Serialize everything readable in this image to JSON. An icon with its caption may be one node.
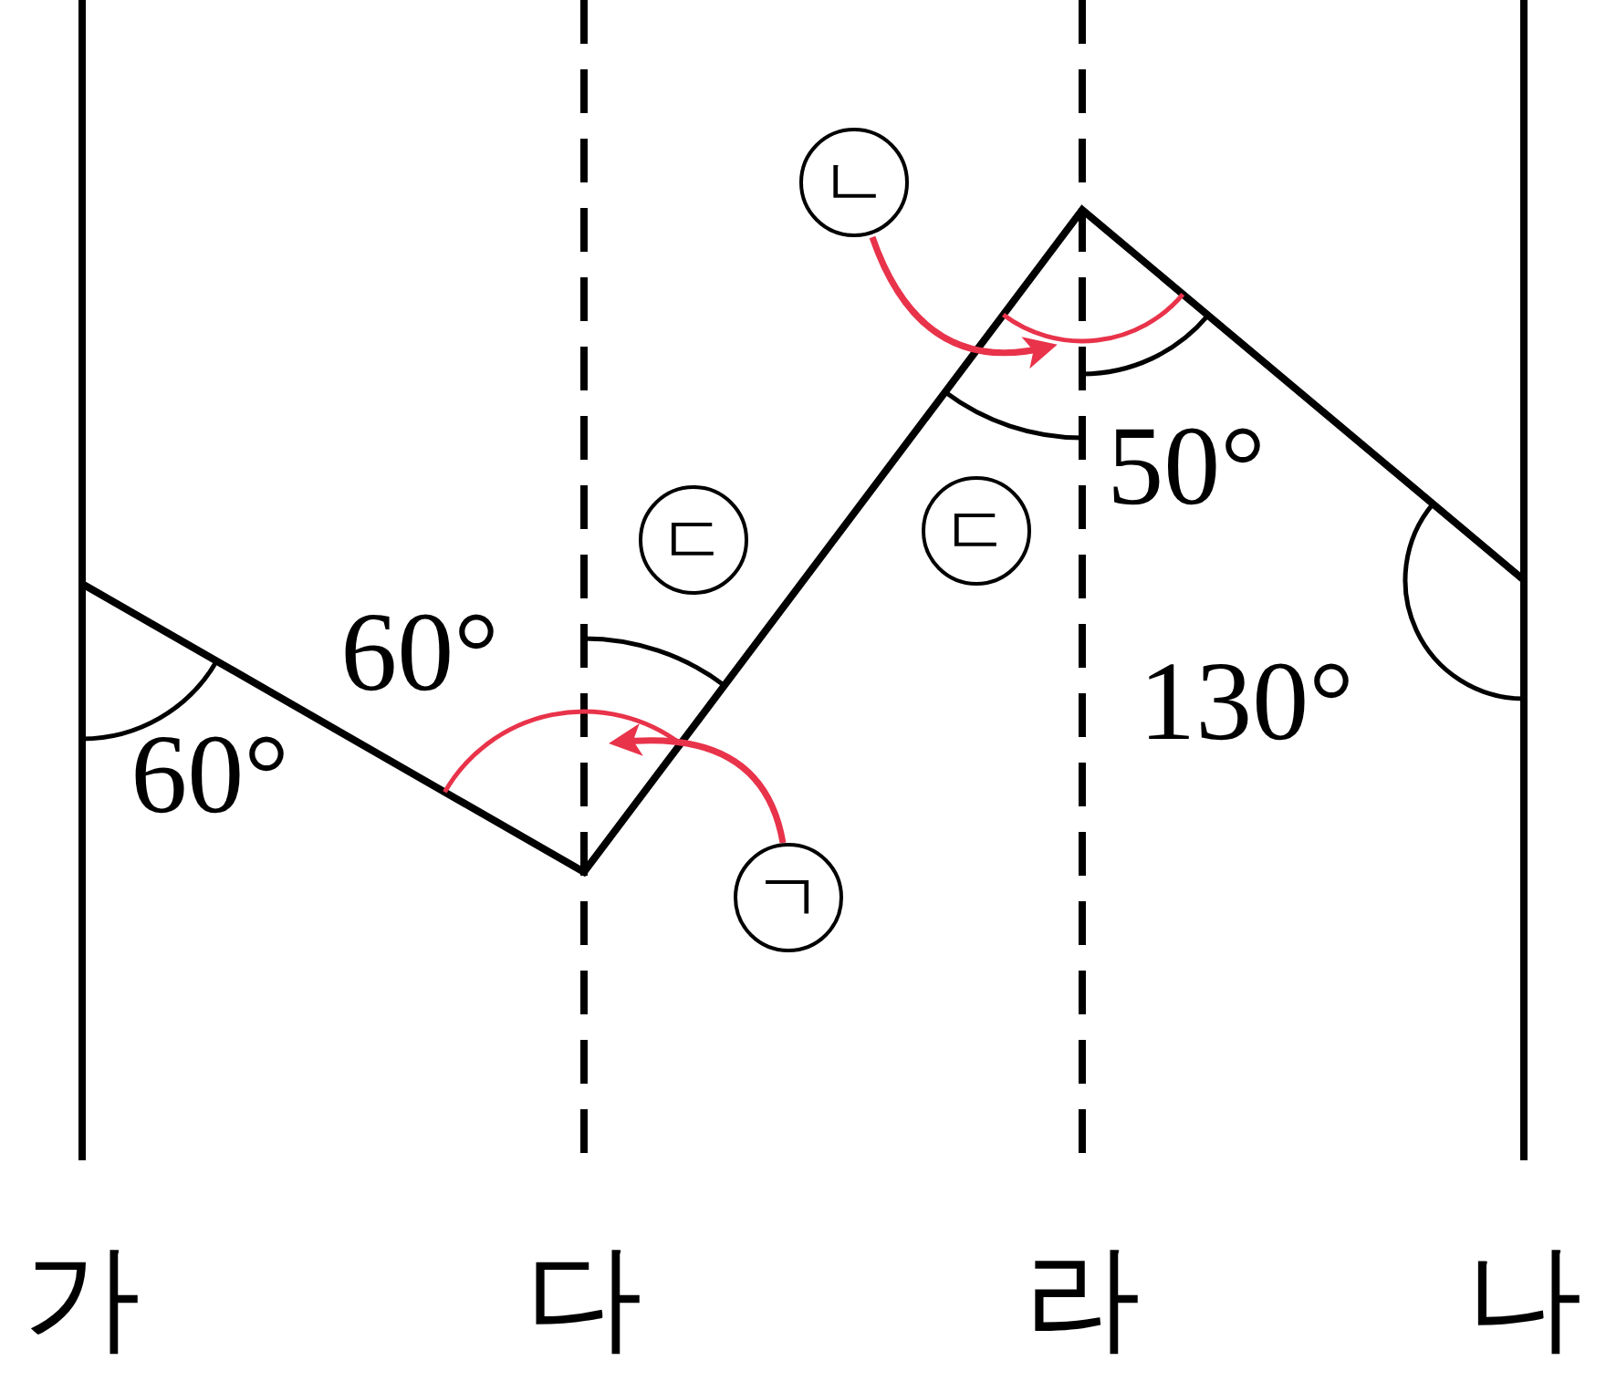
{
  "diagram": {
    "nodes": [
      {
        "text": [
          "ㄴ"
        ]
      },
      {
        "text": [
          "ㄷ"
        ]
      },
      {
        "text": [
          "ㄷ"
        ]
      },
      {
        "text": [
          "ㄱ"
        ]
      }
    ],
    "edges": [
      {
        "from": 3,
        "to": null,
        "arrow": "to",
        "color": "#e8334a"
      },
      {
        "from": 0,
        "to": null,
        "arrow": "to",
        "color": "#e8334a"
      }
    ],
    "labels": [
      "50°",
      "60°",
      "130°",
      "60°",
      "가",
      "다",
      "라",
      "나"
    ]
  }
}
